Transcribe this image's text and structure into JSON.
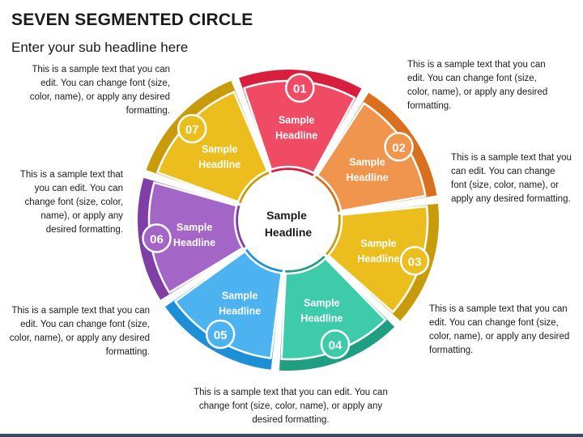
{
  "title": "SEVEN SEGMENTED CIRCLE",
  "subtitle": "Enter your sub headline here",
  "center_label": [
    "Sample",
    "Headline"
  ],
  "segments": [
    {
      "number": "01",
      "headline": [
        "Sample",
        "Headline"
      ],
      "color": "#EF4B64",
      "dark": "#D81E3C",
      "text": "This is a sample text that you can edit. You can change font (size, color, name), or apply any desired formatting."
    },
    {
      "number": "02",
      "headline": [
        "Sample",
        "Headline"
      ],
      "color": "#F0954E",
      "dark": "#D8701D",
      "text": "This is a sample text that you can edit. You can change font (size, color, name), or apply any desired formatting."
    },
    {
      "number": "03",
      "headline": [
        "Sample",
        "Headline"
      ],
      "color": "#EBBE1E",
      "dark": "#C99A0A",
      "text": "This is a sample text that you can edit. You can change font (size, color, name), or apply any desired formatting."
    },
    {
      "number": "04",
      "headline": [
        "Sample",
        "Headline"
      ],
      "color": "#3ECBAA",
      "dark": "#1F9E82",
      "text": "This is a sample text that you can edit. You can change font (size, color, name), or apply any desired formatting."
    },
    {
      "number": "05",
      "headline": [
        "Sample",
        "Headline"
      ],
      "color": "#4DB3F0",
      "dark": "#1C8FD6",
      "text": "This is a sample text that you can edit. You can change font (size, color, name), or apply any desired formatting."
    },
    {
      "number": "06",
      "headline": [
        "Sample",
        "Headline"
      ],
      "color": "#A466C6",
      "dark": "#7F3FA6",
      "text": "This is a sample text that you can edit. You can change font (size, color, name), or apply any desired formatting."
    },
    {
      "number": "07",
      "headline": [
        "Sample",
        "Headline"
      ],
      "color": "#EBBE1E",
      "dark": "#C99A0A",
      "text": "This is a sample text that you can edit. You can change font (size, color, name), or apply any desired formatting."
    }
  ]
}
